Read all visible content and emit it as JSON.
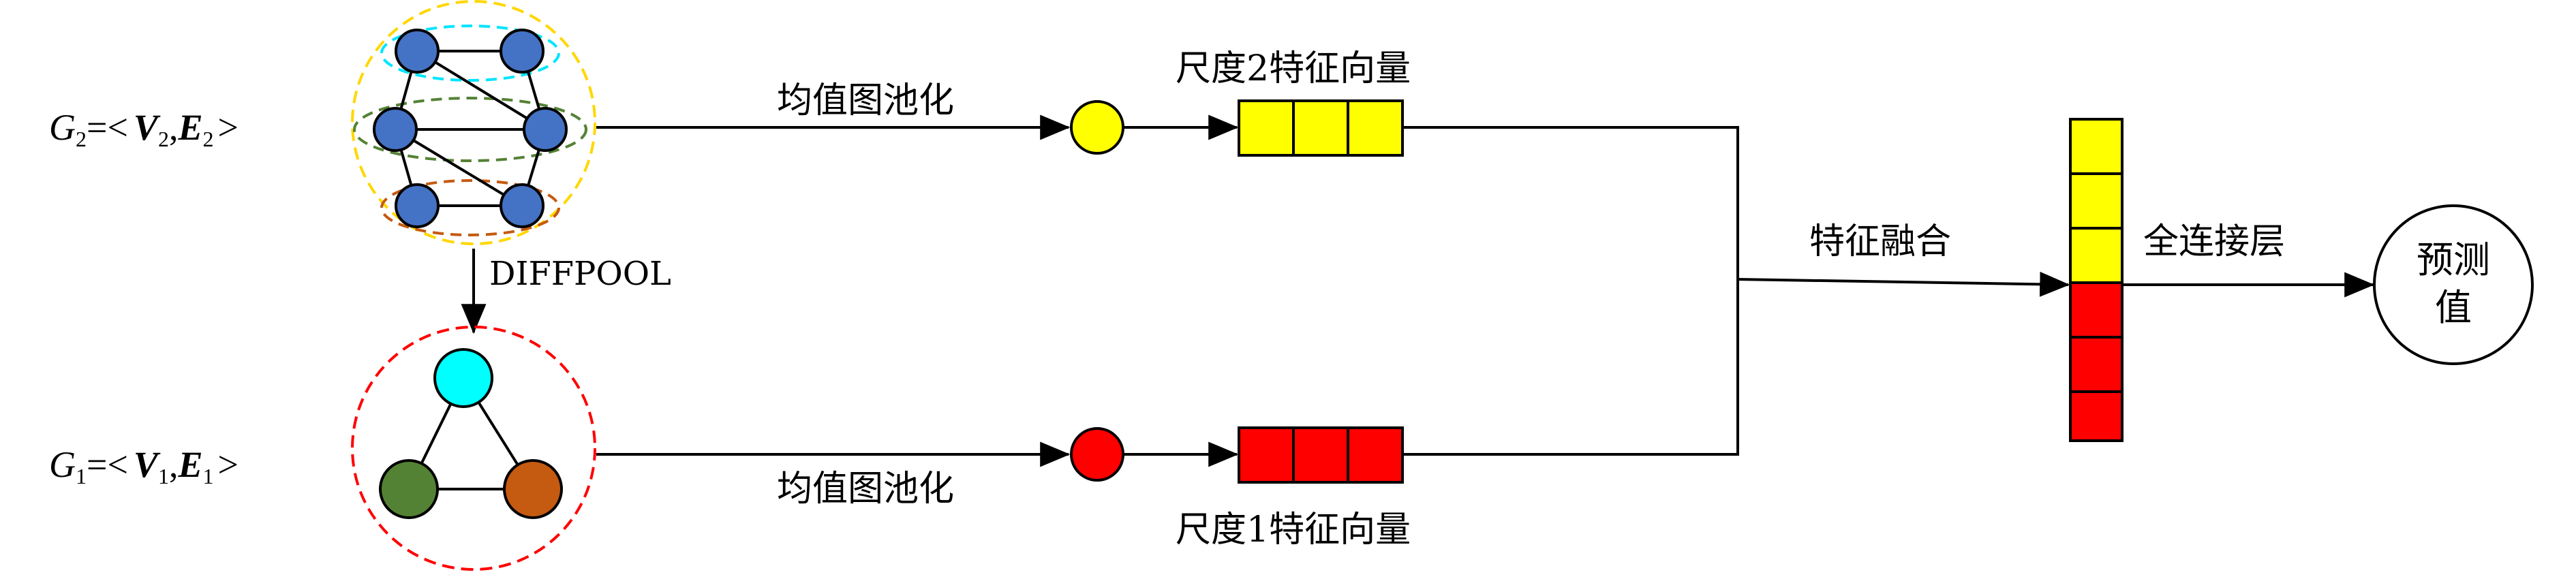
{
  "graph_top": {
    "symbol": "G",
    "subscript": "2",
    "equals": "=<",
    "vertex_symbol": "V",
    "vertex_subscript": "2",
    "comma": ",",
    "edge_symbol": "E",
    "edge_subscript": "2",
    "close": ">",
    "node_color": "#4472C4",
    "cluster_colors": [
      "#00E5FF",
      "#548235",
      "#C55A11"
    ],
    "circle_color": "#FFD700"
  },
  "graph_bottom": {
    "symbol": "G",
    "subscript": "1",
    "equals": "=<",
    "vertex_symbol": "V",
    "vertex_subscript": "1",
    "comma": ",",
    "edge_symbol": "E",
    "edge_subscript": "1",
    "close": ">",
    "node_colors": [
      "#00FFFF",
      "#548235",
      "#C55A11"
    ],
    "circle_color": "#FF0000"
  },
  "labels": {
    "diffpool": "DIFFPOOL",
    "mean_pool_top": "均值图池化",
    "mean_pool_bottom": "均值图池化",
    "scale2_vector": "尺度2特征向量",
    "scale1_vector": "尺度1特征向量",
    "feature_fusion": "特征融合",
    "fully_connected": "全连接层",
    "predict_line1": "预测",
    "predict_line2": "值"
  },
  "colors": {
    "scale2": "#FFFF00",
    "scale1": "#FF0000",
    "line": "#000000"
  }
}
